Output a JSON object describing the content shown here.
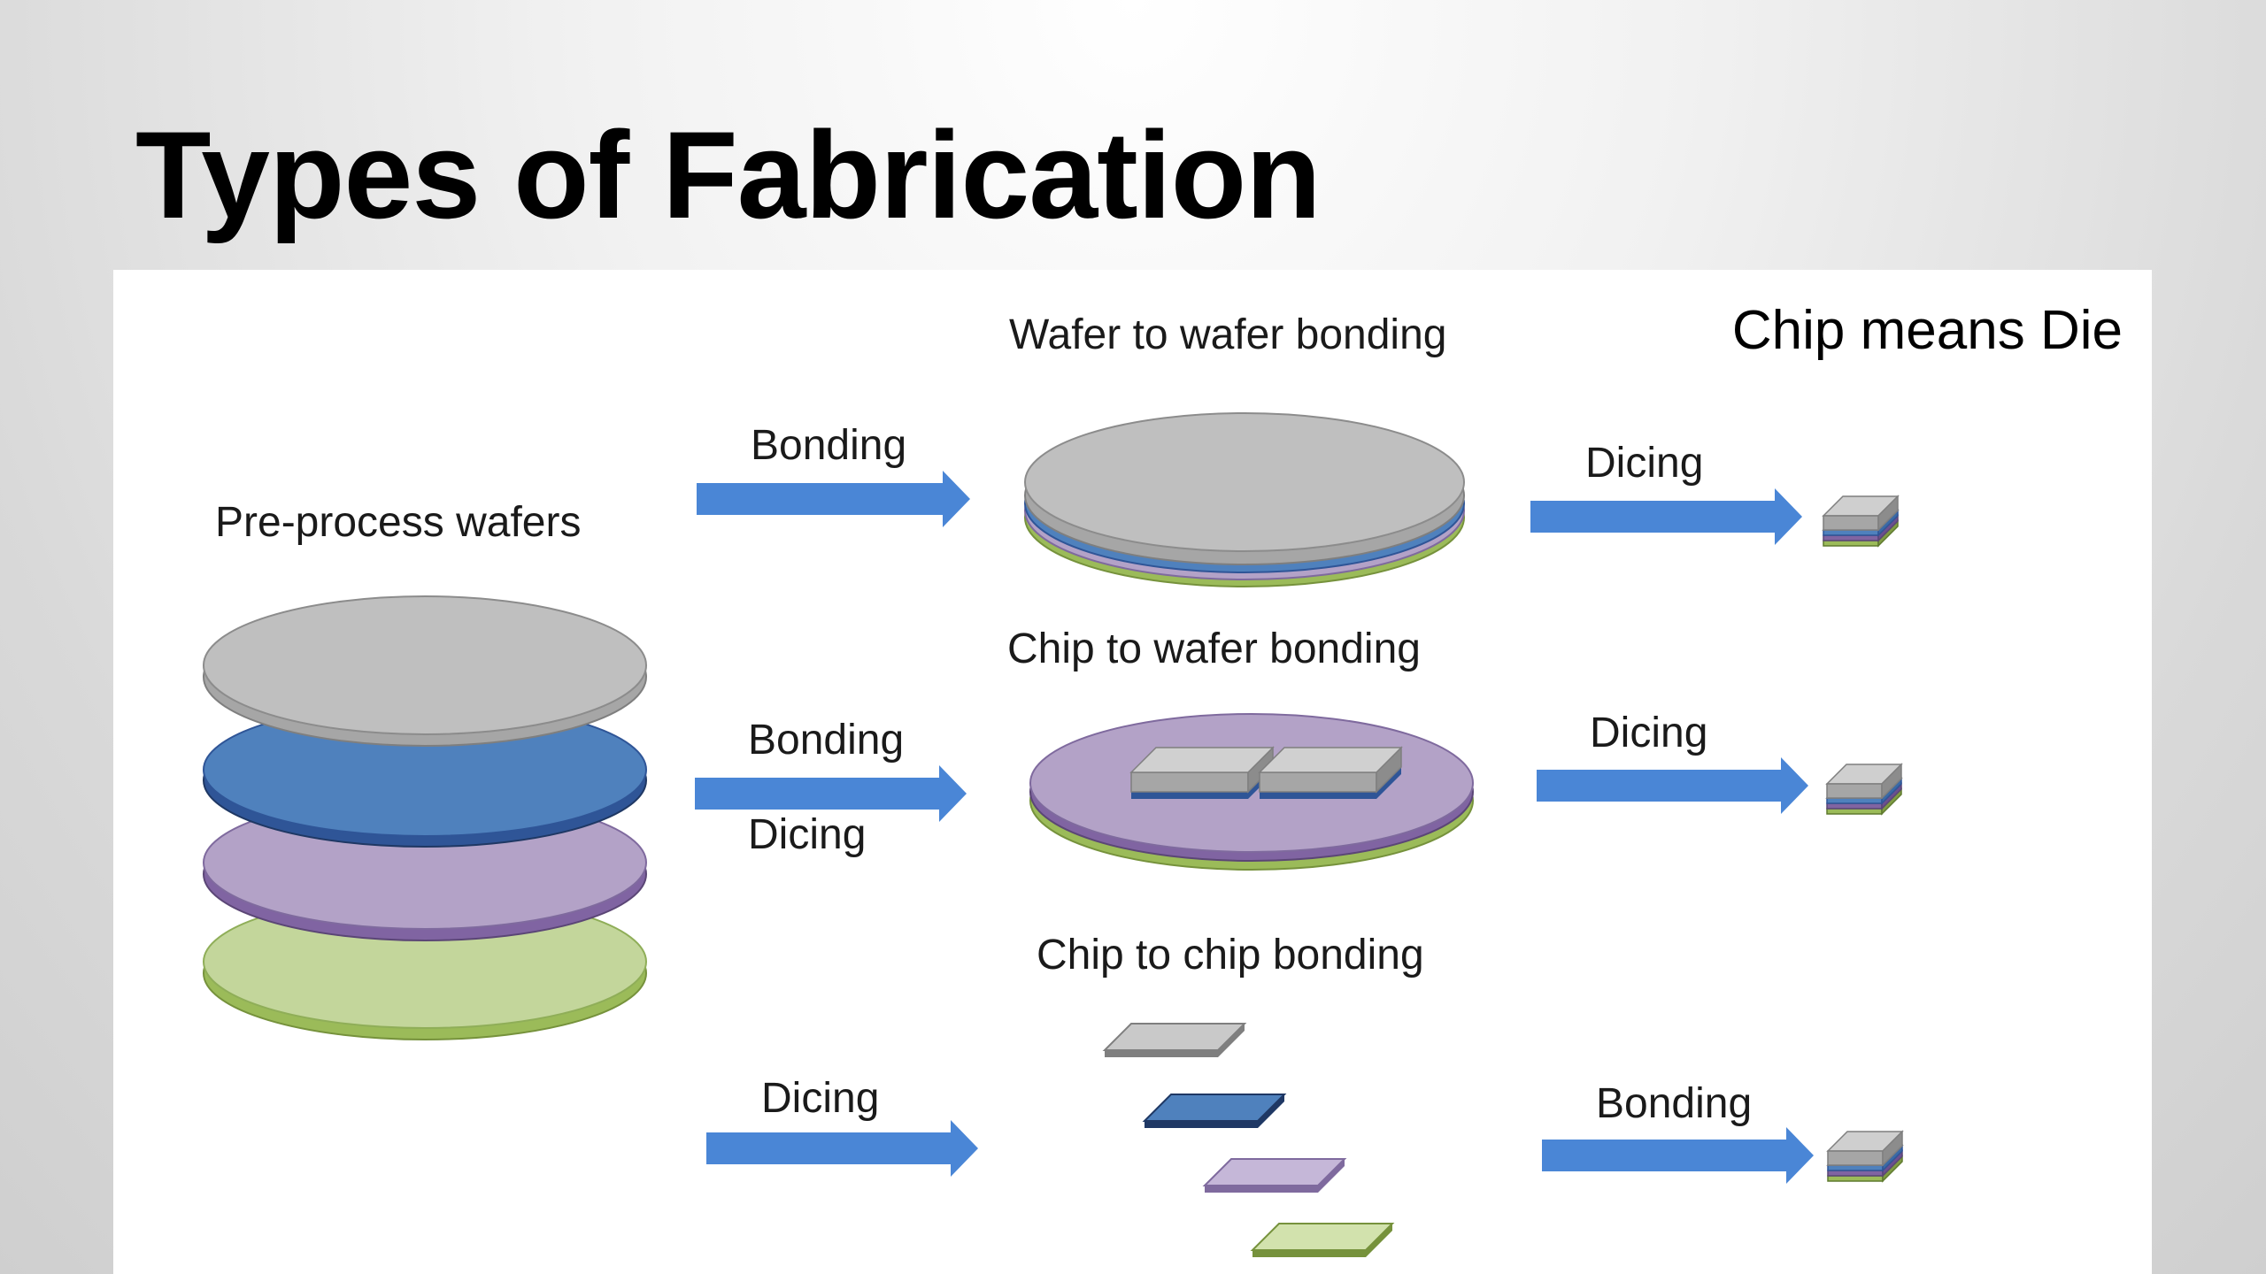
{
  "slide": {
    "title": "Types of Fabrication",
    "note": "Chip means Die"
  },
  "diagram": {
    "start_label": "Pre-process wafers",
    "rows": [
      {
        "heading": "Wafer to wafer bonding",
        "step_in": "Bonding",
        "step_out": "Dicing"
      },
      {
        "heading": "Chip to wafer bonding",
        "step_in_top": "Bonding",
        "step_in_bottom": "Dicing",
        "step_out": "Dicing"
      },
      {
        "heading": "Chip to chip bonding",
        "step_in": "Dicing",
        "step_out": "Bonding"
      }
    ]
  },
  "colors": {
    "arrow": "#4a86d6",
    "gray_layer": "#bfbfbf",
    "blue_layer": "#4f81bd",
    "purple_layer": "#b3a2c7",
    "green_layer": "#c3d69b"
  }
}
